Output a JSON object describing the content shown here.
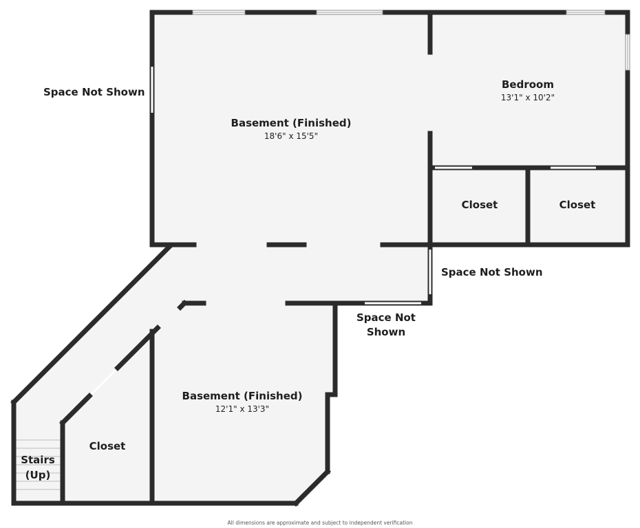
{
  "rooms": {
    "basement_main": {
      "name": "Basement (Finished)",
      "dimensions": "18'6\" x 15'5\""
    },
    "bedroom": {
      "name": "Bedroom",
      "dimensions": "13'1\" x 10'2\""
    },
    "closet_left": {
      "name": "Closet"
    },
    "closet_right": {
      "name": "Closet"
    },
    "basement_lower": {
      "name": "Basement (Finished)",
      "dimensions": "12'1\" x 13'3\""
    },
    "closet_lower": {
      "name": "Closet"
    },
    "stairs": {
      "line1": "Stairs",
      "line2": "(Up)"
    }
  },
  "outside_labels": {
    "top_left": "Space Not Shown",
    "right_middle": "Space Not Shown",
    "bottom_middle_line1": "Space Not",
    "bottom_middle_line2": "Shown"
  },
  "footer": "All dimensions are approximate and subject to independent verification"
}
